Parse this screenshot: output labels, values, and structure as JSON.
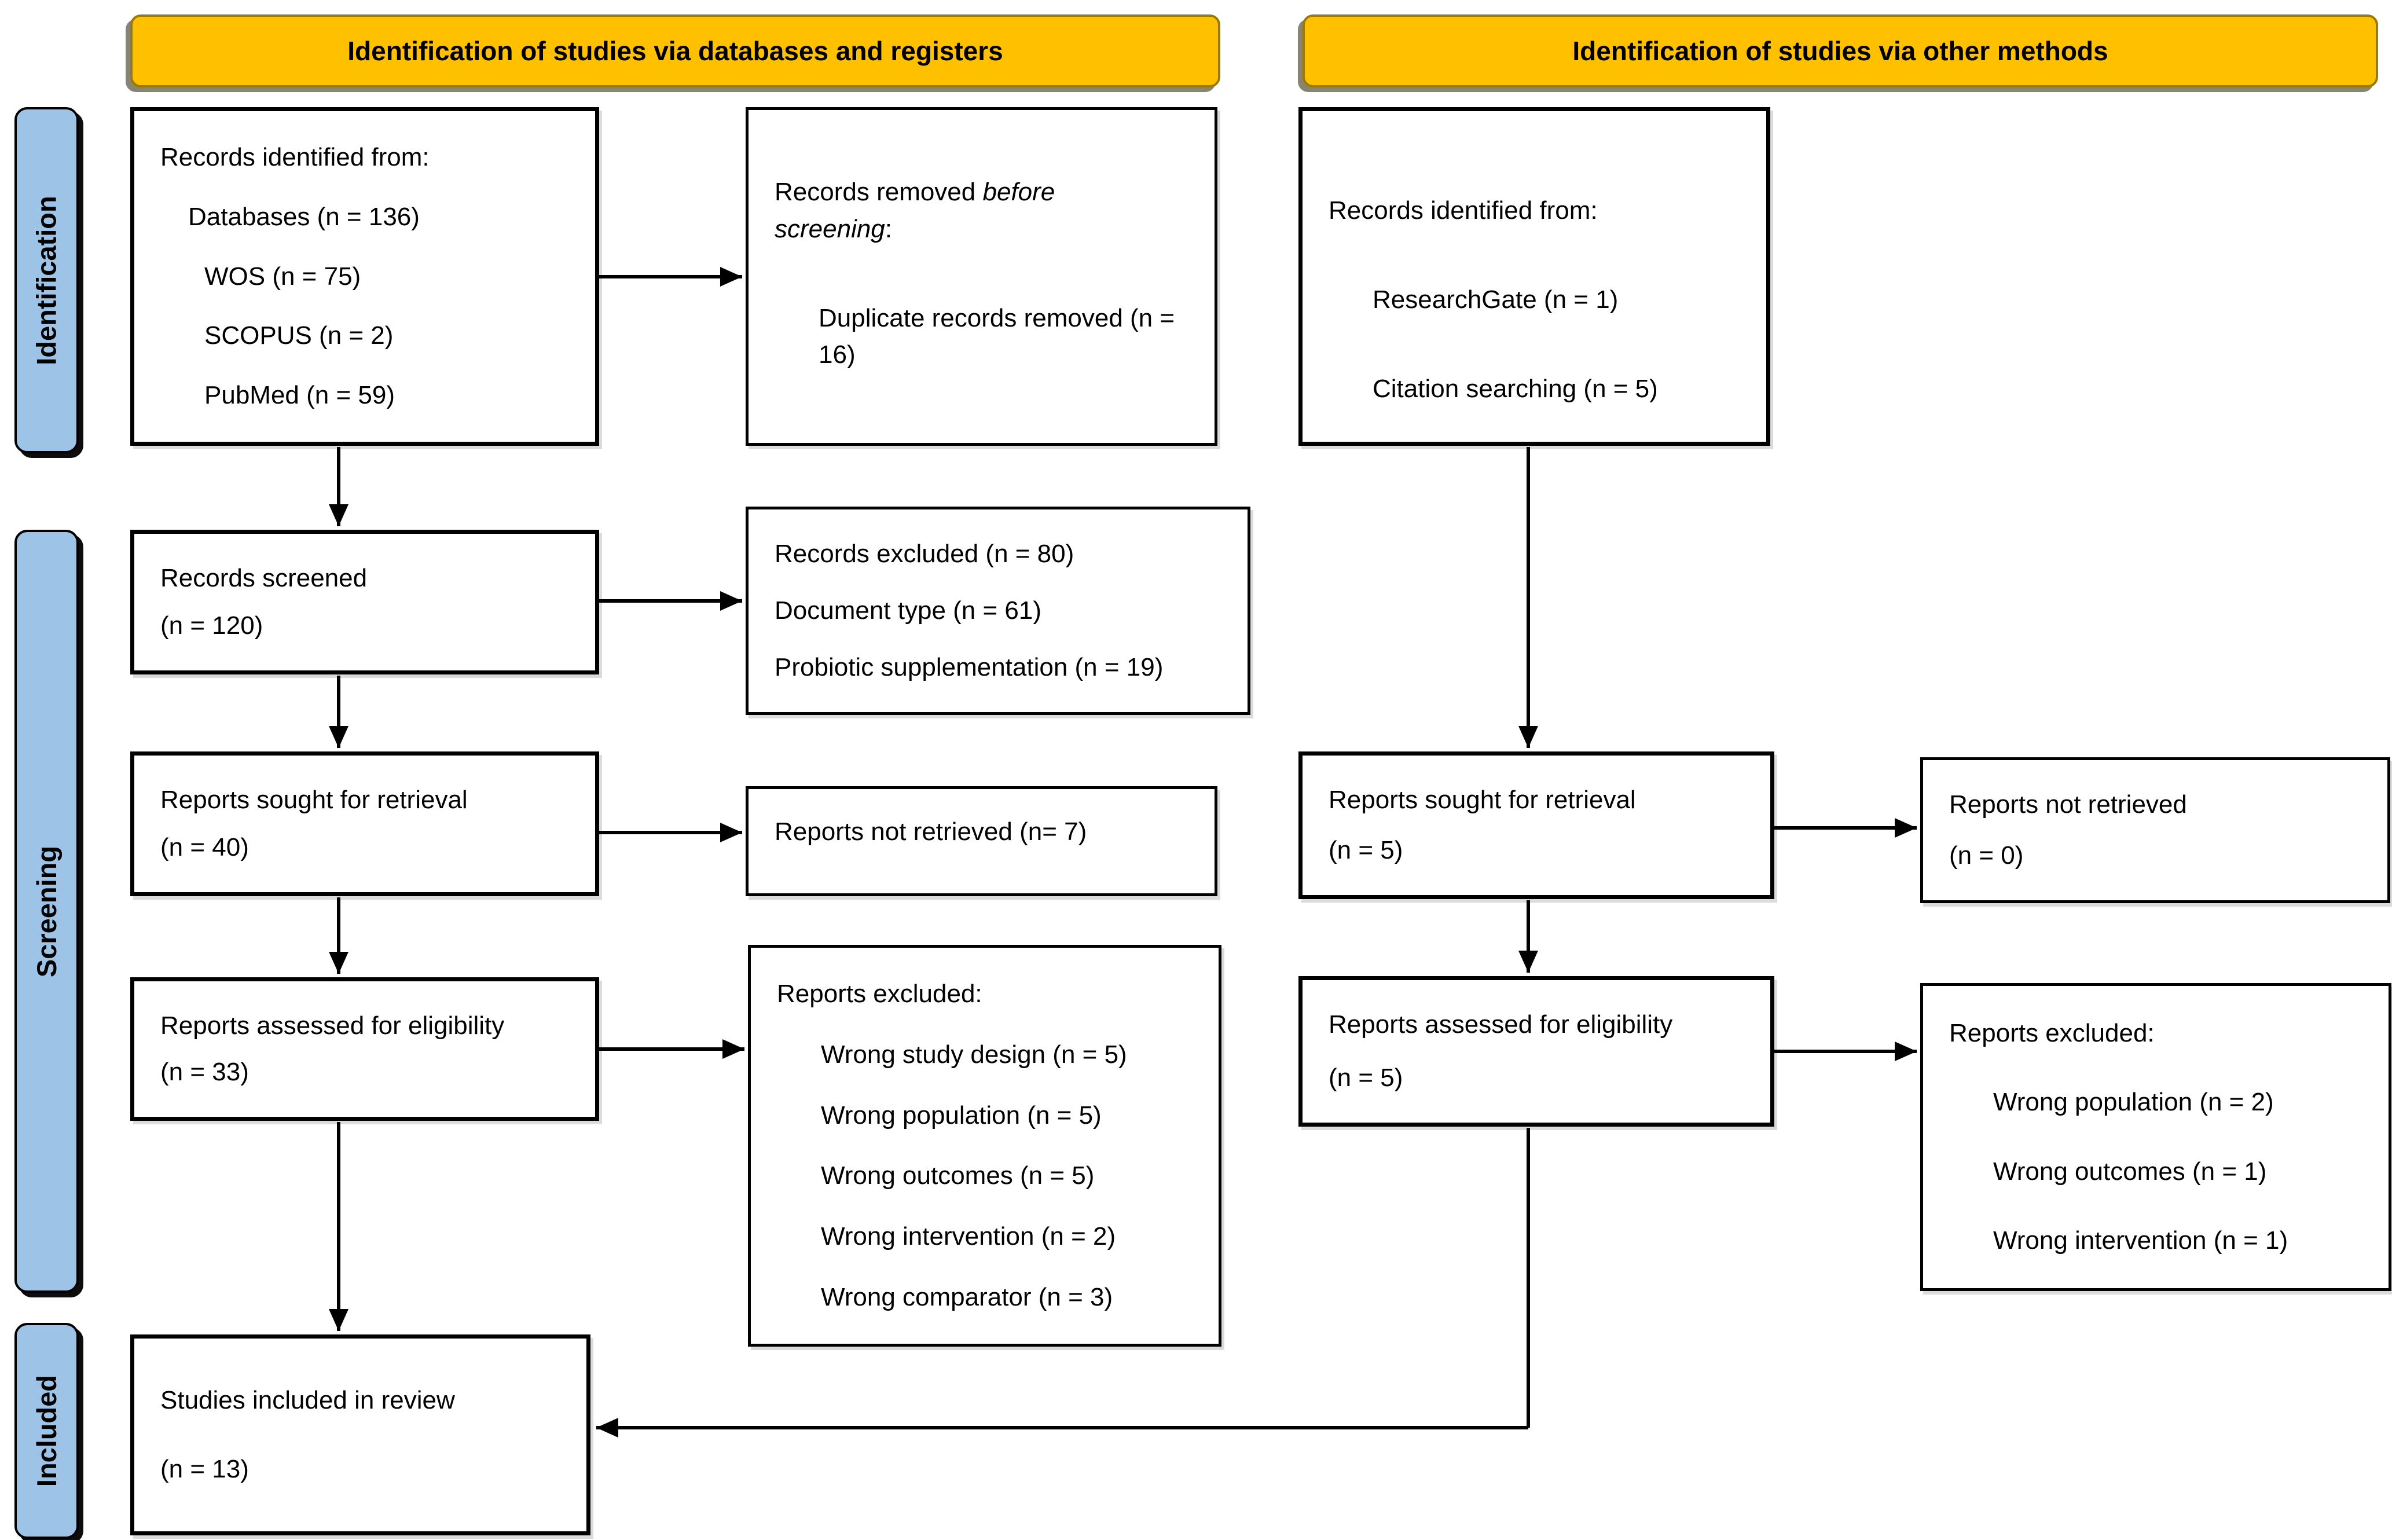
{
  "colors": {
    "banner_fill": "#FFC000",
    "banner_border": "#9C7A00",
    "sidebar_fill": "#9DC3E6",
    "line_color": "#000000"
  },
  "banners": {
    "left": "Identification of studies via databases and registers",
    "right": "Identification of studies via other methods"
  },
  "sidebar": {
    "identification": "Identification",
    "screening": "Screening",
    "included": "Included"
  },
  "boxes": {
    "records_identified_db": {
      "title": "Records identified from:",
      "lines": [
        {
          "text": "Databases (n = 136)"
        },
        {
          "text": "WOS (n = 75)"
        },
        {
          "text": "SCOPUS (n = 2)"
        },
        {
          "text": "PubMed (n = 59)"
        }
      ]
    },
    "records_removed": {
      "title_prefix": "Records removed ",
      "title_italic": "before screening",
      "title_colon": ":",
      "line": "Duplicate records removed (n = 16)"
    },
    "records_identified_other": {
      "title": "Records identified from:",
      "lines": [
        {
          "text": "ResearchGate (n = 1)"
        },
        {
          "text": "Citation searching (n = 5)"
        }
      ]
    },
    "records_screened": {
      "title": "Records screened",
      "count": "(n = 120)"
    },
    "records_excluded": {
      "lines": [
        {
          "text": "Records excluded (n = 80)"
        },
        {
          "text": "Document type (n = 61)"
        },
        {
          "text": "Probiotic supplementation (n = 19)"
        }
      ]
    },
    "reports_sought_db": {
      "title": "Reports sought for retrieval",
      "count": "(n = 40)"
    },
    "reports_not_retrieved_db": {
      "title": "Reports not retrieved (n= 7)"
    },
    "reports_assessed_db": {
      "title": "Reports assessed for eligibility",
      "count": "(n = 33)"
    },
    "reports_excluded_db": {
      "title": "Reports excluded:",
      "lines": [
        {
          "text": "Wrong study design (n = 5)"
        },
        {
          "text": "Wrong population (n = 5)"
        },
        {
          "text": "Wrong outcomes (n = 5)"
        },
        {
          "text": "Wrong intervention (n = 2)"
        },
        {
          "text": "Wrong comparator (n = 3)"
        }
      ]
    },
    "reports_sought_other": {
      "title": "Reports sought for retrieval",
      "count": "(n = 5)"
    },
    "reports_not_retrieved_other": {
      "title": "Reports not retrieved",
      "count": "(n = 0)"
    },
    "reports_assessed_other": {
      "title": "Reports assessed for eligibility",
      "count": "(n = 5)"
    },
    "reports_excluded_other": {
      "title": "Reports excluded:",
      "lines": [
        {
          "text": "Wrong population (n = 2)"
        },
        {
          "text": "Wrong outcomes (n = 1)"
        },
        {
          "text": "Wrong intervention (n = 1)"
        }
      ]
    },
    "studies_included": {
      "title": "Studies included in review",
      "count": "(n = 13)"
    }
  }
}
